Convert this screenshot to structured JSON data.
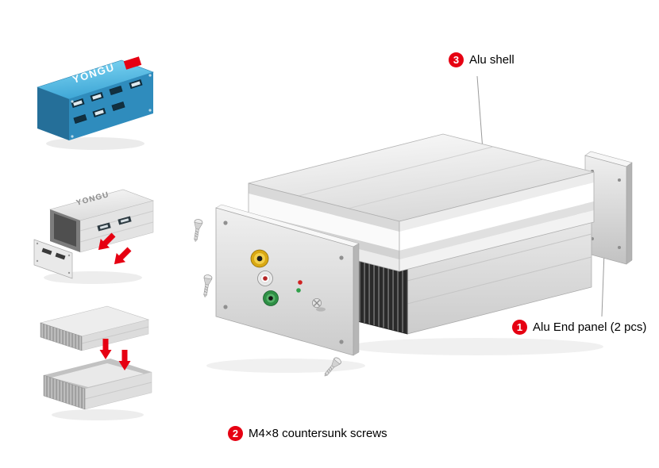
{
  "page": {
    "background": "#ffffff"
  },
  "colors": {
    "accent": "#e60012",
    "leader_line": "#9a9a9a",
    "metal_light": "#f5f5f5",
    "metal_dark": "#2a2a2a",
    "blue_enclosure": "#3ea6d6"
  },
  "annotations": {
    "shell": {
      "number": "3",
      "label": "Alu shell"
    },
    "end_panel": {
      "number": "1",
      "label": "Alu End panel (2 pcs)"
    },
    "screws": {
      "number": "2",
      "label": "M4×8 countersunk screws"
    }
  },
  "thumbnails": [
    {
      "name": "blue enclosure assembled",
      "logo": "YONGU"
    },
    {
      "name": "silver enclosure with end panel removed",
      "logo": "YONGU"
    },
    {
      "name": "aluminium profiles separated",
      "logo": ""
    }
  ]
}
